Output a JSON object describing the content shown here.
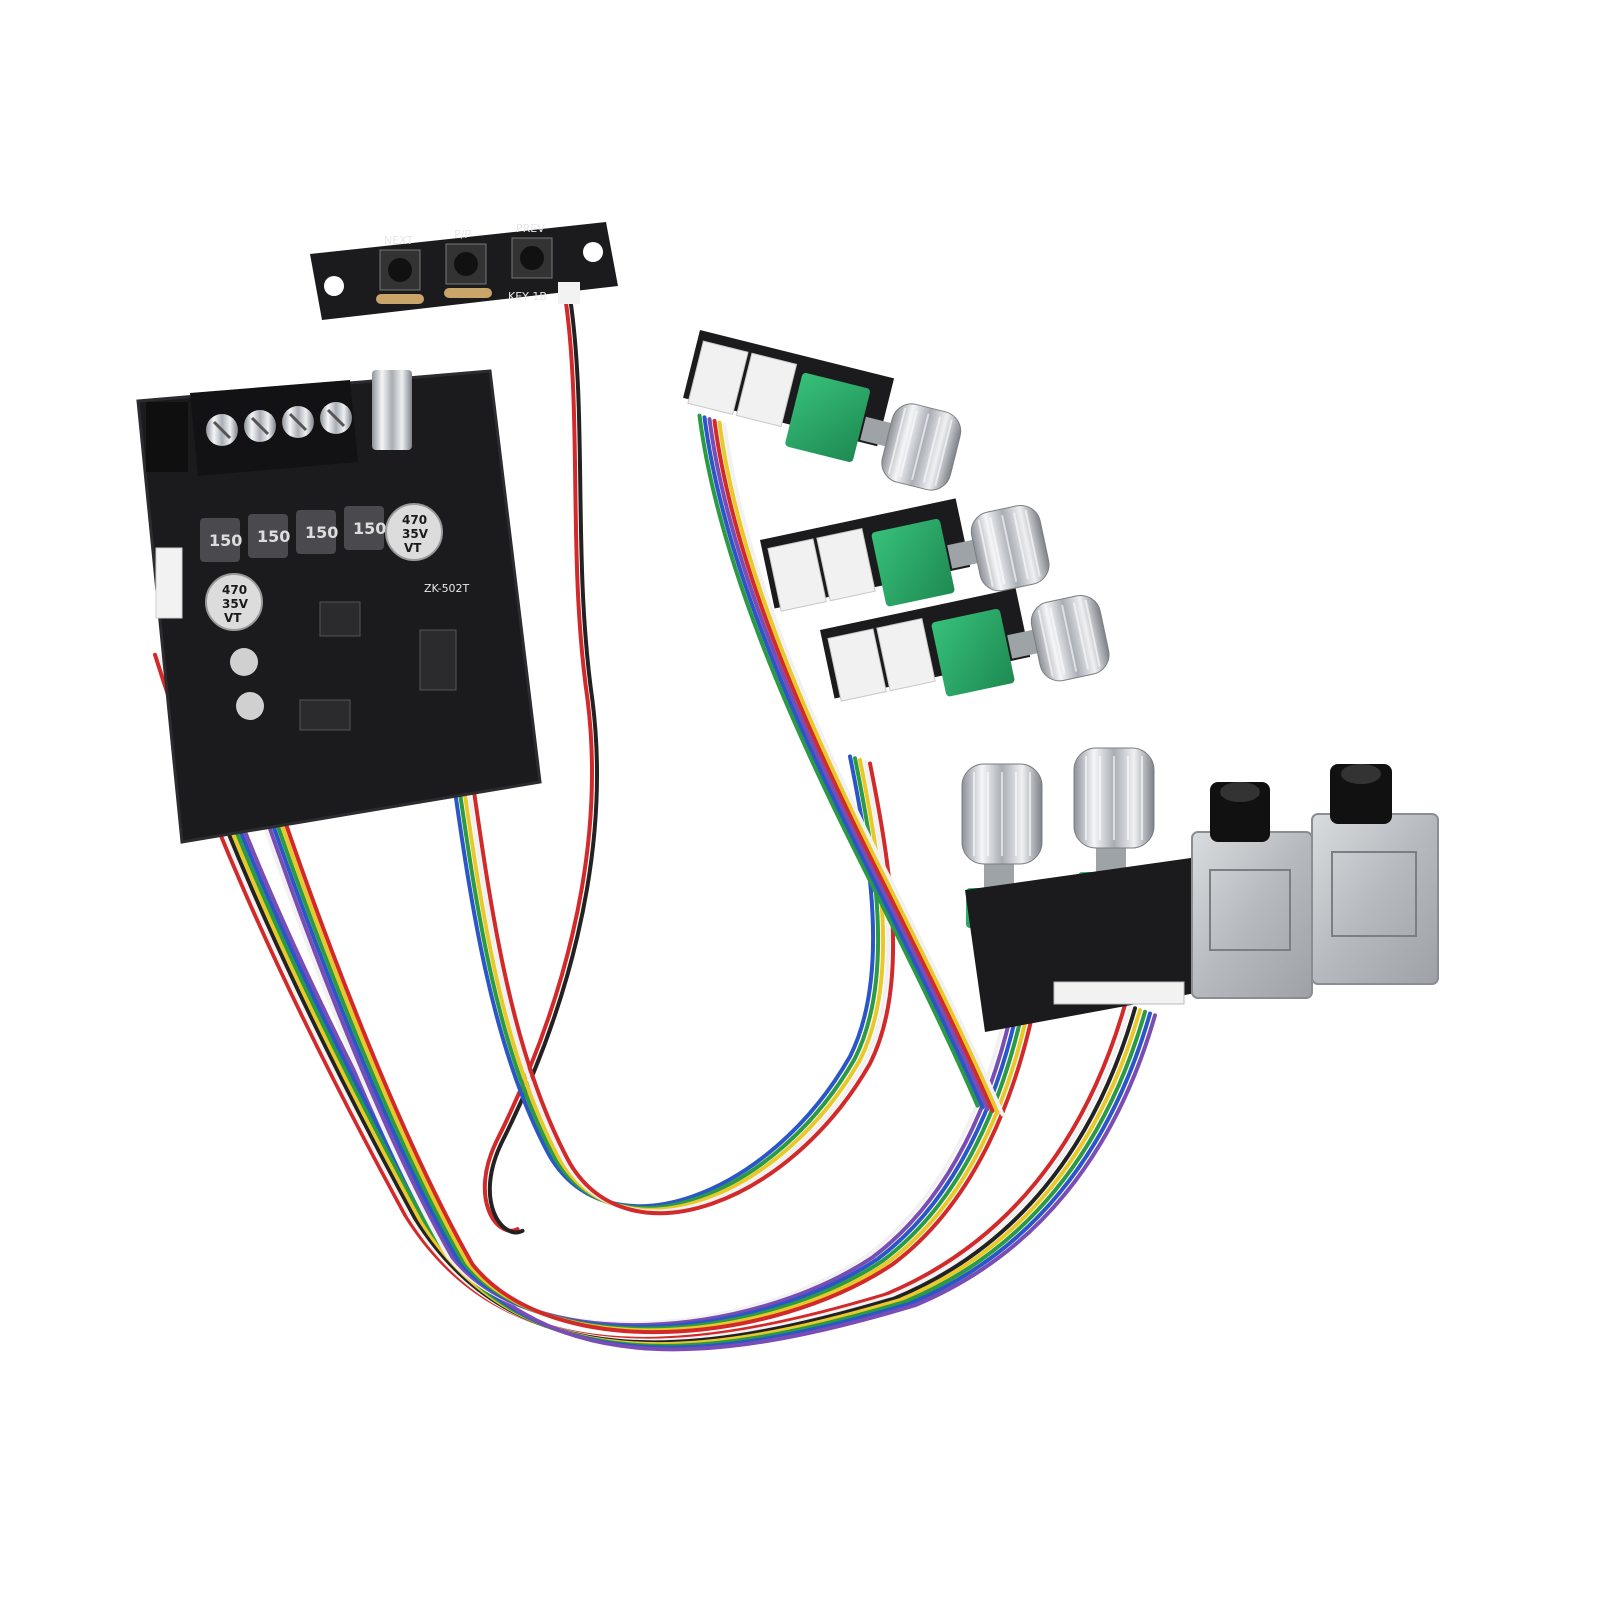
{
  "product": {
    "key_board_labels": [
      "NEXT",
      "P/P",
      "PREV"
    ],
    "key_board_header": "KEY 1B",
    "inductor_label": "150",
    "capacitor_top": "470",
    "capacitor_mid": "35V",
    "capacitor_bottom": "VT",
    "main_board_label": "ZK-502T"
  },
  "colors": {
    "background": "#ffffff",
    "pcb": "#1b1b1d",
    "potentiometer_body": "#2aa566",
    "knob_chrome": "#c9cdd2",
    "connector": "#f2f2f2"
  },
  "wire_colors": [
    "#d22a2a",
    "#f1f1f1",
    "#222222",
    "#e9c92a",
    "#2b9a44",
    "#2b56c8",
    "#7a4db4",
    "#b7b7b7"
  ]
}
